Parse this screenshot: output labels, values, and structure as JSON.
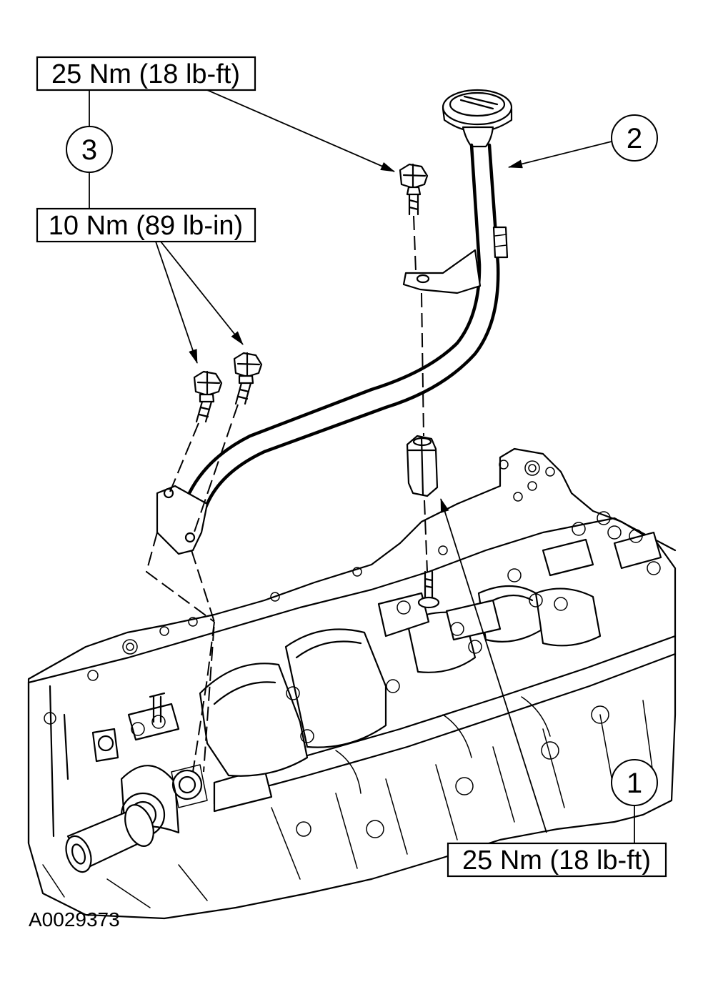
{
  "callouts": {
    "c1": "1",
    "c2": "2",
    "c3": "3"
  },
  "torque": {
    "top": "25 Nm (18 lb-ft)",
    "middle": "10 Nm (89 lb-in)",
    "bottom_right": "25 Nm (18 lb-ft)"
  },
  "figure_id": "A0029373"
}
